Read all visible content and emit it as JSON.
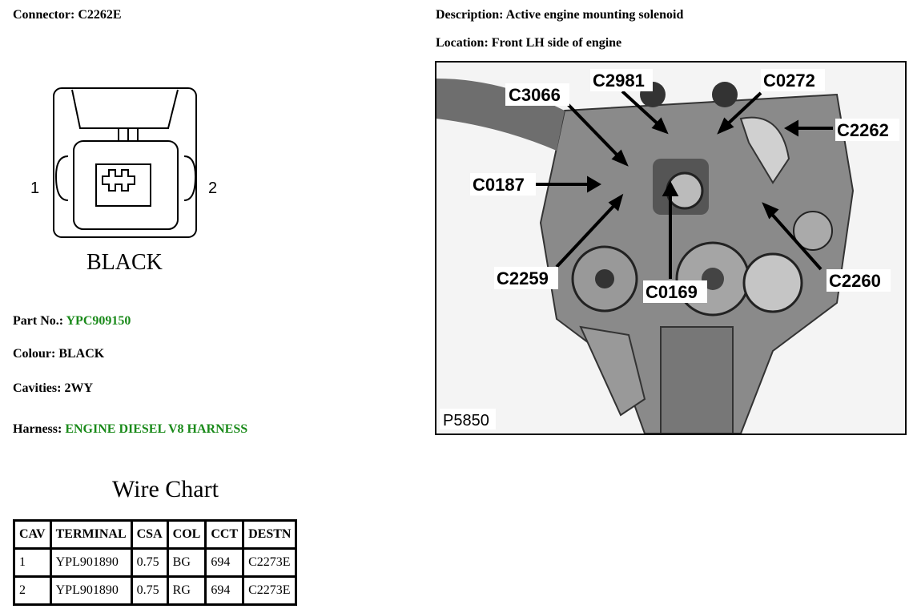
{
  "connector": {
    "label": "Connector:",
    "value": "C2262E"
  },
  "description": {
    "label": "Description:",
    "value": "Active engine mounting solenoid"
  },
  "location": {
    "label": "Location:",
    "value": "Front LH side of engine"
  },
  "diagram": {
    "pin_left": "1",
    "pin_right": "2",
    "color_caption": "BLACK"
  },
  "part_no": {
    "label": "Part No.:",
    "value": "YPC909150"
  },
  "colour": {
    "label": "Colour:",
    "value": "BLACK"
  },
  "cavities": {
    "label": "Cavities:",
    "value": "2WY"
  },
  "harness": {
    "label": "Harness:",
    "value": "ENGINE DIESEL V8 HARNESS"
  },
  "link_color": "#1a8a1a",
  "wire_chart": {
    "title": "Wire Chart",
    "headers": [
      "CAV",
      "TERMINAL",
      "CSA",
      "COL",
      "CCT",
      "DESTN"
    ],
    "rows": [
      [
        "1",
        "YPL901890",
        "0.75",
        "BG",
        "694",
        "C2273E"
      ],
      [
        "2",
        "YPL901890",
        "0.75",
        "RG",
        "694",
        "C2273E"
      ]
    ]
  },
  "photo": {
    "ref": "P5850",
    "callouts": [
      "C3066",
      "C2981",
      "C0272",
      "C2262",
      "C0187",
      "C2259",
      "C0169",
      "C2260"
    ]
  }
}
